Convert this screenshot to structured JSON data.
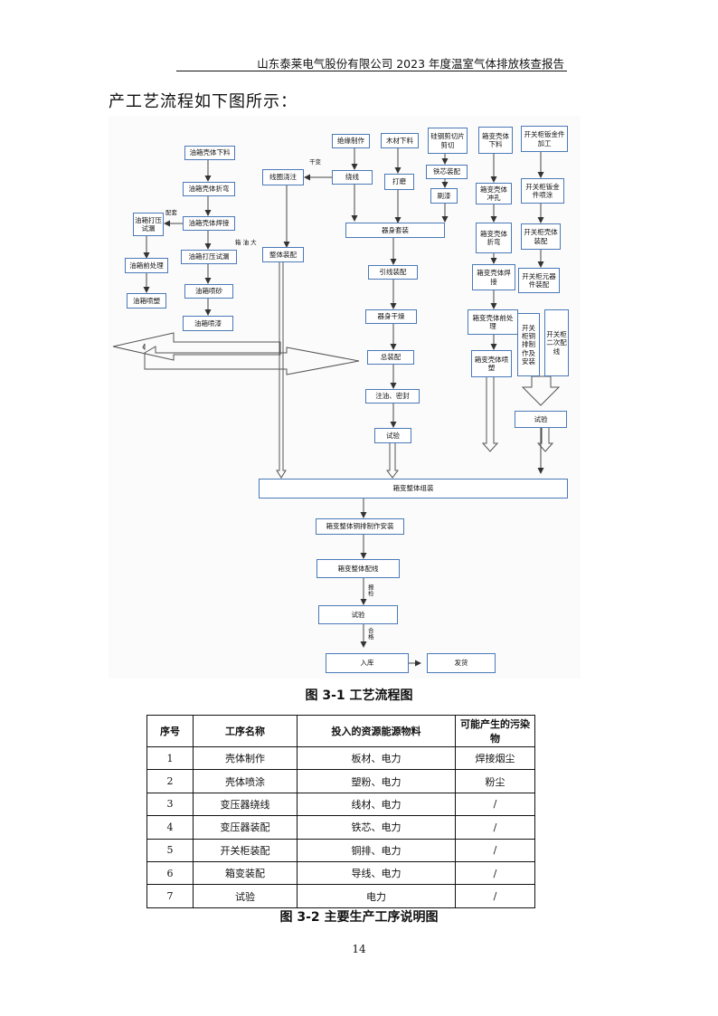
{
  "header": {
    "title": "山东泰莱电气股份有限公司 2023 年度温室气体排放核查报告"
  },
  "intro": "产工艺流程如下图所示：",
  "flow": {
    "boxes": {
      "oil_shell_blank": "油箱壳体下料",
      "oil_shell_bend": "油箱壳体折弯",
      "oil_shell_weld": "油箱壳体焊接",
      "oil_press_test_left": "油箱打压试漏",
      "oil_pre_treat": "油箱前处理",
      "oil_spray_left": "油箱喷塑",
      "oil_press_test": "油箱打压试漏",
      "oil_sandblast": "油箱喷砂",
      "oil_spray_paint": "油箱喷漆",
      "insulation": "绝缘制作",
      "winding": "绕线",
      "wire_casting": "线圈浇注",
      "whole_assembly": "整体装配",
      "wood_blank": "木材下料",
      "polish": "打磨",
      "silicon_cut": "硅钢剪切片剪切",
      "core_assembly": "铁芯装配",
      "brush_paint": "刷漆",
      "body_assembly": "器身套装",
      "lead_assembly": "引线装配",
      "body_dry": "器身干燥",
      "final_assembly": "总装配",
      "oil_fill_seal": "注油、密封",
      "test_mid": "试验",
      "box_shell_blank": "箱变壳体下料",
      "box_shell_punch": "箱变壳体冲孔",
      "box_shell_bend": "箱变壳体折弯",
      "box_shell_weld": "箱变壳体焊接",
      "box_pre_treat": "箱变壳体前处理",
      "box_spray": "箱变壳体喷塑",
      "switch_sheet_metal": "开关柜钣金件加工",
      "switch_spray": "开关柜钣金件喷涂",
      "switch_shell_assembly": "开关柜壳体装配",
      "switch_component_assembly": "开关柜元器件装配",
      "switch_busbar": "开关柜铜排制作及安装",
      "switch_secondary_wiring": "开关柜二次配线",
      "test_right": "试验",
      "box_overall_assembly": "箱变整体组装",
      "box_busbar_install": "箱变整体铜排制作安装",
      "box_wiring": "箱变整体配线",
      "test_bottom": "试验",
      "warehouse": "入库",
      "shipping": "发货"
    },
    "labels": {
      "config": "配套",
      "dry_change": "干变",
      "oil_big": "箱 油 大",
      "report_check": "报检",
      "qualified": "合格"
    }
  },
  "figure1_caption": "图 3-1  工艺流程图",
  "table": {
    "headers": [
      "序号",
      "工序名称",
      "投入的资源能源物料",
      "可能产生的污染物"
    ],
    "rows": [
      [
        "1",
        "壳体制作",
        "板材、电力",
        "焊接烟尘"
      ],
      [
        "2",
        "壳体喷涂",
        "塑粉、电力",
        "粉尘"
      ],
      [
        "3",
        "变压器绕线",
        "线材、电力",
        "/"
      ],
      [
        "4",
        "变压器装配",
        "铁芯、电力",
        "/"
      ],
      [
        "5",
        "开关柜装配",
        "铜排、电力",
        "/"
      ],
      [
        "6",
        "箱变装配",
        "导线、电力",
        "/"
      ],
      [
        "7",
        "试验",
        "电力",
        "/"
      ]
    ]
  },
  "figure2_caption": "图 3-2  主要生产工序说明图",
  "page_number": "14"
}
